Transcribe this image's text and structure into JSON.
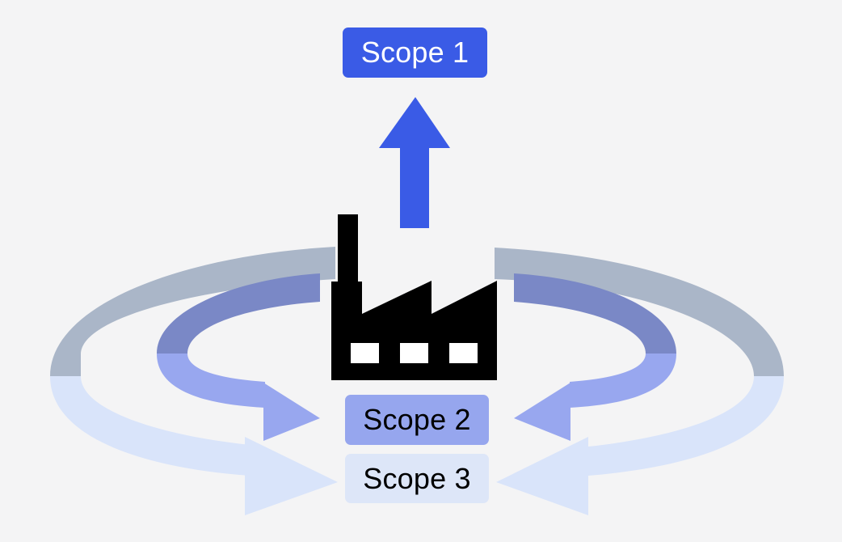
{
  "diagram": {
    "scopes": [
      {
        "label": "Scope 1",
        "fill": "#3a5be6",
        "text_color": "#ffffff"
      },
      {
        "label": "Scope 2",
        "fill": "#96a6ee",
        "text_color": "#000000"
      },
      {
        "label": "Scope 3",
        "fill": "#dde6f8",
        "text_color": "#000000"
      }
    ],
    "colors": {
      "background": "#f4f4f5",
      "scope1_arrow": "#3a5be6",
      "scope2_ring_top": "#7a88c6",
      "scope2_ring_bottom": "#98a7ef",
      "scope3_ring_top": "#aab6c8",
      "scope3_ring_bottom": "#d9e4fa",
      "factory": "#000000",
      "factory_window": "#ffffff"
    },
    "icons": {
      "factory": "factory-icon",
      "up_arrow": "arrow-up-icon"
    }
  }
}
